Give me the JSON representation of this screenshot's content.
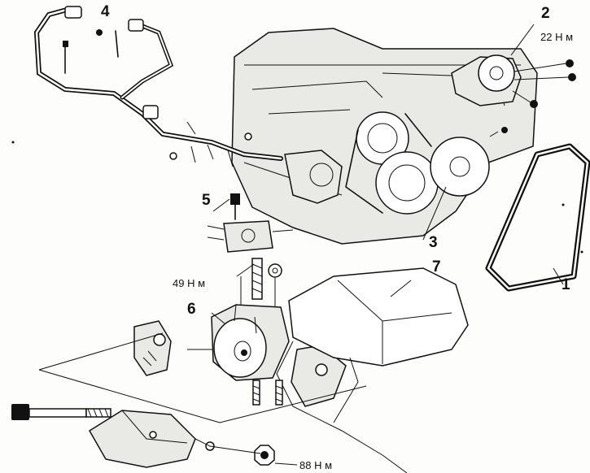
{
  "callouts": {
    "c1": "1",
    "c2": "2",
    "c3": "3",
    "c4": "4",
    "c5": "5",
    "c6": "6",
    "c7": "7"
  },
  "torques": {
    "t22": "22 Н м",
    "t49": "49 Н м",
    "t88": "88 Н м"
  }
}
